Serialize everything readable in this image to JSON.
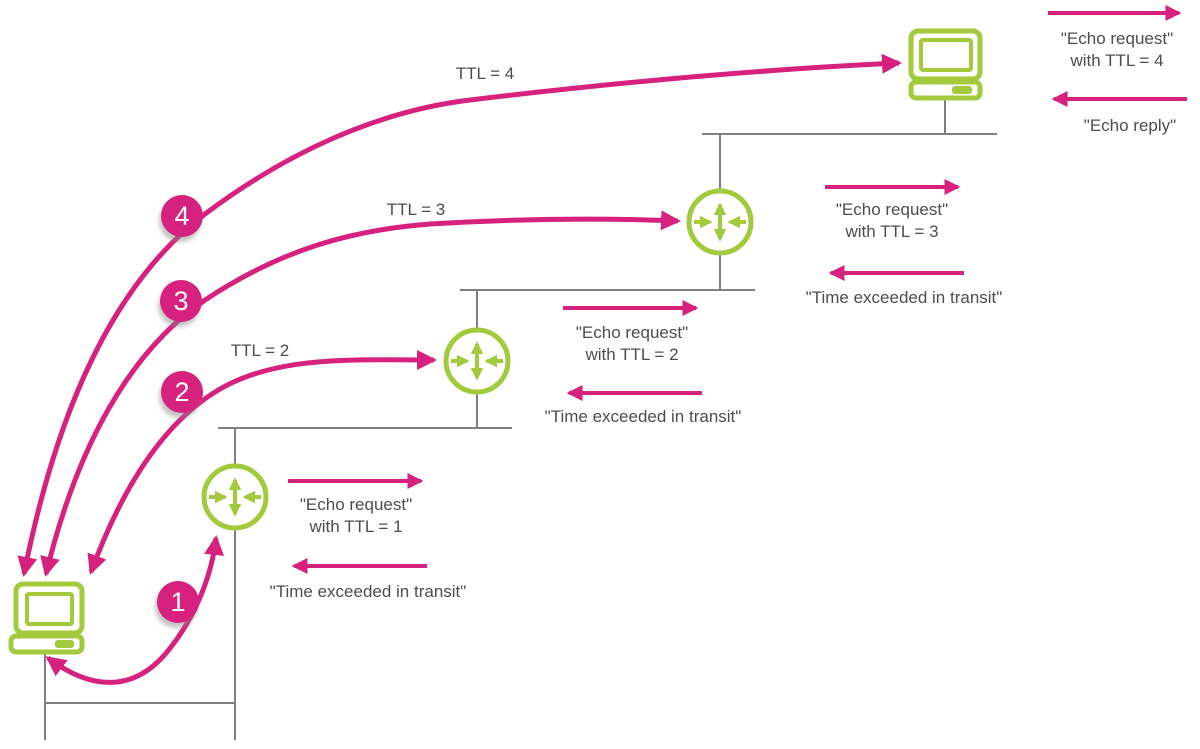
{
  "colors": {
    "pink": "#d6217f",
    "green": "#a3c93c",
    "line": "#7f7f7f",
    "text": "#4d4d4d",
    "badge-text": "#ffffff"
  },
  "icons": {
    "source": "computer-icon",
    "destination": "computer-icon",
    "hop": "router-icon",
    "request": "arrow-right-icon",
    "response": "arrow-left-icon"
  },
  "badges": [
    "1",
    "2",
    "3",
    "4"
  ],
  "curve_labels": [
    "TTL = 2",
    "TTL = 3",
    "TTL = 4"
  ],
  "hops": [
    {
      "request_line1": "\"Echo request\"",
      "request_line2": "with TTL = 1",
      "response": "\"Time exceeded in transit\""
    },
    {
      "request_line1": "\"Echo request\"",
      "request_line2": "with TTL = 2",
      "response": "\"Time exceeded in transit\""
    },
    {
      "request_line1": "\"Echo request\"",
      "request_line2": "with TTL = 3",
      "response": "\"Time exceeded in transit\""
    },
    {
      "request_line1": "\"Echo request\"",
      "request_line2": "with TTL = 4",
      "response": "\"Echo reply\""
    }
  ]
}
